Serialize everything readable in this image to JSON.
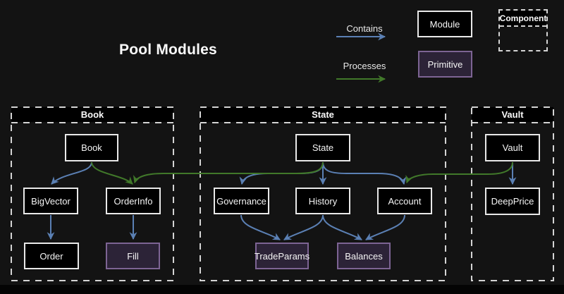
{
  "title": "Pool Modules",
  "legend": {
    "contains_label": "Contains",
    "processes_label": "Processes",
    "module_label": "Module",
    "primitive_label": "Primitive",
    "component_label": "Component"
  },
  "colors": {
    "background": "#131313",
    "module_fill": "#000000",
    "module_border": "#e9e9e9",
    "primitive_fill": "#2c2337",
    "primitive_border": "#7d6494",
    "contains_arrow_blue": "#5b80b4",
    "processes_arrow_green": "#41792a",
    "dashed_component_border": "#d4d4d4",
    "text": "#f2f2f2"
  },
  "containers": [
    {
      "title": "Book",
      "nodes": [
        {
          "label": "Book",
          "type": "module"
        },
        {
          "label": "BigVector",
          "type": "module"
        },
        {
          "label": "OrderInfo",
          "type": "module"
        },
        {
          "label": "Order",
          "type": "module"
        },
        {
          "label": "Fill",
          "type": "primitive"
        }
      ]
    },
    {
      "title": "State",
      "nodes": [
        {
          "label": "State",
          "type": "module"
        },
        {
          "label": "Governance",
          "type": "module"
        },
        {
          "label": "History",
          "type": "module"
        },
        {
          "label": "Account",
          "type": "module"
        },
        {
          "label": "TradeParams",
          "type": "primitive"
        },
        {
          "label": "Balances",
          "type": "primitive"
        }
      ]
    },
    {
      "title": "Vault",
      "nodes": [
        {
          "label": "Vault",
          "type": "module"
        },
        {
          "label": "DeepPrice",
          "type": "module"
        }
      ]
    }
  ],
  "edges": [
    {
      "from": "Book",
      "to": "BigVector",
      "type": "contains"
    },
    {
      "from": "Book",
      "to": "OrderInfo",
      "type": "processes"
    },
    {
      "from": "State",
      "to": "OrderInfo",
      "type": "processes"
    },
    {
      "from": "BigVector",
      "to": "Order",
      "type": "contains"
    },
    {
      "from": "OrderInfo",
      "to": "Fill",
      "type": "contains"
    },
    {
      "from": "State",
      "to": "Governance",
      "type": "contains"
    },
    {
      "from": "State",
      "to": "History",
      "type": "contains"
    },
    {
      "from": "State",
      "to": "Account",
      "type": "contains"
    },
    {
      "from": "Governance",
      "to": "TradeParams",
      "type": "contains"
    },
    {
      "from": "History",
      "to": "TradeParams",
      "type": "contains"
    },
    {
      "from": "History",
      "to": "Balances",
      "type": "contains"
    },
    {
      "from": "Account",
      "to": "Balances",
      "type": "contains"
    },
    {
      "from": "Vault",
      "to": "Account",
      "type": "processes"
    },
    {
      "from": "Vault",
      "to": "DeepPrice",
      "type": "contains"
    }
  ]
}
